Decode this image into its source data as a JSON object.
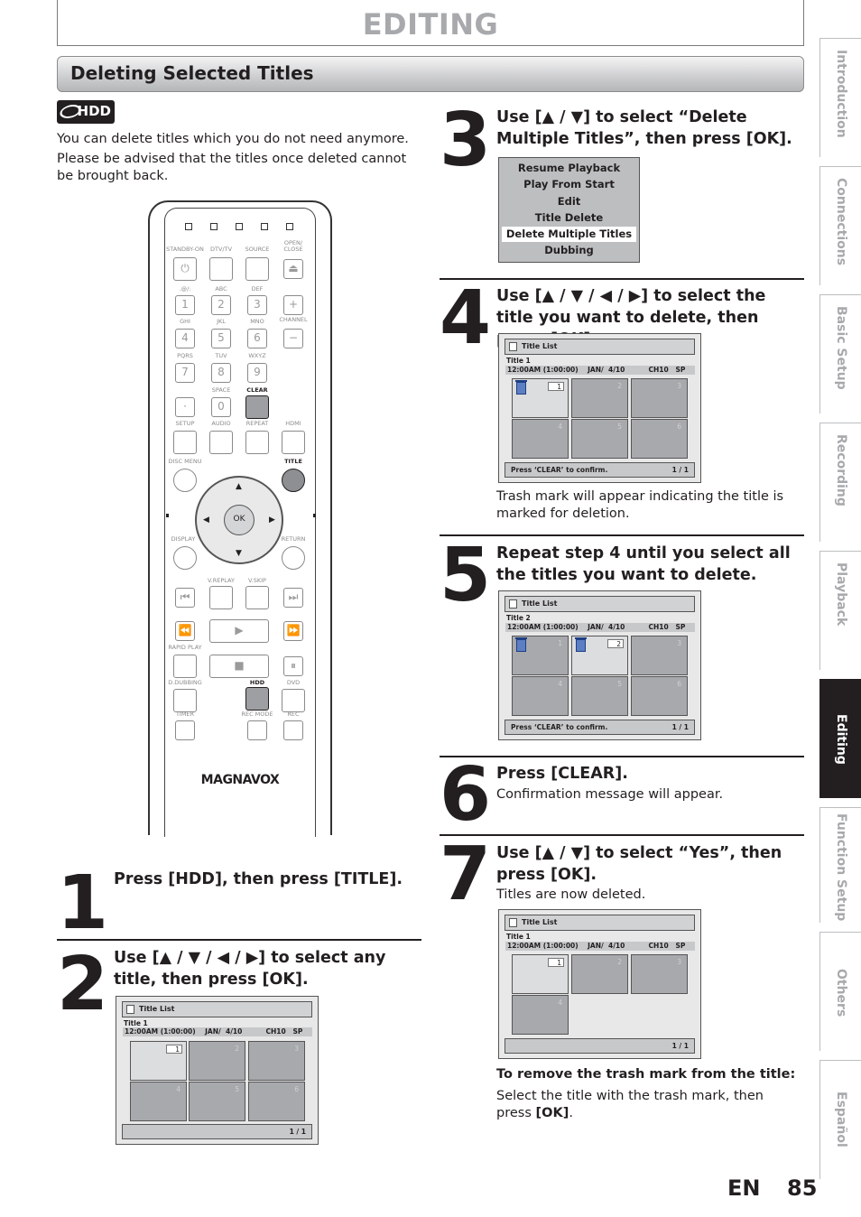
{
  "chapter": "EDITING",
  "section": "Deleting Selected Titles",
  "badge": "HDD",
  "intro": [
    "You can delete titles which you do not need anymore.",
    "Please be advised that the titles once deleted cannot be brought back."
  ],
  "remote": {
    "labels": {
      "standby": "STANDBY-ON",
      "dtv": "DTV/TV",
      "source": "SOURCE",
      "open": "OPEN/\nCLOSE",
      "k1": ".@/:",
      "abc": "ABC",
      "def": "DEF",
      "ghi": "GHI",
      "jkl": "JKL",
      "mno": "MNO",
      "channel": "CHANNEL",
      "pqrs": "PQRS",
      "tuv": "TUV",
      "wxyz": "WXYZ",
      "space": "SPACE",
      "clear": "CLEAR",
      "setup": "SETUP",
      "audio": "AUDIO",
      "repeat": "REPEAT",
      "hdmi": "HDMI",
      "discmenu": "DISC MENU",
      "title": "TITLE",
      "display": "DISPLAY",
      "return": "RETURN",
      "vreplay": "V.REPLAY",
      "vskip": "V.SKIP",
      "rapidplay": "RAPID PLAY",
      "ddubbing": "D.DUBBING",
      "hdd": "HDD",
      "dvd": "DVD",
      "timer": "TIMER",
      "recmode": "REC MODE",
      "rec": "REC"
    },
    "keys": {
      "n1": "1",
      "n2": "2",
      "n3": "3",
      "n4": "4",
      "n5": "5",
      "n6": "6",
      "n7": "7",
      "n8": "8",
      "n9": "9",
      "n0": "0",
      "dot": "·",
      "ok": "OK",
      "plus": "+",
      "minus": "−"
    },
    "brand": "MAGNAVOX"
  },
  "steps": {
    "s1": {
      "num": "1",
      "head": "Press [HDD], then press [TITLE]."
    },
    "s2": {
      "num": "2",
      "head": "Use [▲ / ▼ / ◀ / ▶] to select any title, then press [OK]."
    },
    "s3": {
      "num": "3",
      "head": "Use [▲ / ▼] to select “Delete Multiple Titles”, then press [OK]."
    },
    "s4": {
      "num": "4",
      "head": "Use [▲ / ▼ / ◀ / ▶] to select the title you want to delete, then press [OK].",
      "text": "Trash mark will appear indicating the title is marked for deletion."
    },
    "s5": {
      "num": "5",
      "head": "Repeat step 4 until you select all the titles you want to delete."
    },
    "s6": {
      "num": "6",
      "head": "Press [CLEAR].",
      "text": "Confirmation message will appear."
    },
    "s7": {
      "num": "7",
      "head": "Use [▲ / ▼] to select “Yes”, then press [OK].",
      "text": "Titles are now deleted."
    }
  },
  "menu": [
    "Resume Playback",
    "Play From Start",
    "Edit",
    "Title Delete",
    "Delete Multiple Titles",
    "Dubbing"
  ],
  "menu_selected": 4,
  "title_list": {
    "header": "Title List",
    "info": "12:00AM (1:00:00)    JAN/  4/10          CH10   SP",
    "confirm": "Press ‘CLEAR’ to confirm.",
    "page": "1 / 1",
    "title1": "Title 1",
    "title2": "Title 2",
    "nums": [
      "1",
      "2",
      "3",
      "4",
      "5",
      "6"
    ]
  },
  "remove_note": {
    "head": "To remove the trash mark from the title:",
    "text_a": "Select the title with the trash mark, then press ",
    "text_b": "[OK]",
    "text_c": "."
  },
  "tabs": [
    "Introduction",
    "Connections",
    "Basic Setup",
    "Recording",
    "Playback",
    "Editing",
    "Function Setup",
    "Others",
    "Español"
  ],
  "active_tab": 5,
  "footer": {
    "lang": "EN",
    "page": "85"
  }
}
